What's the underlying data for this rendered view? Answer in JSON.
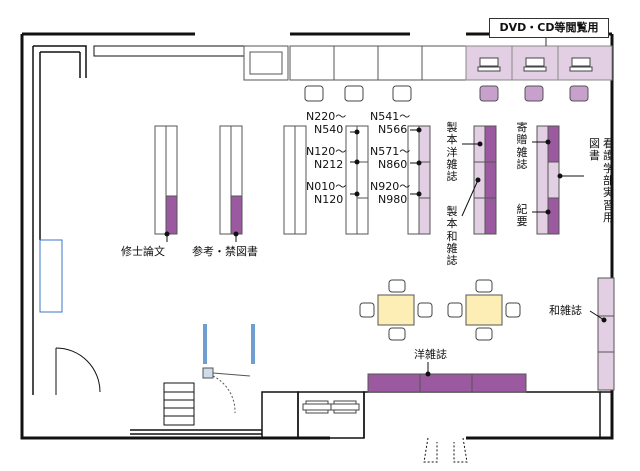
{
  "colors": {
    "wall": "#111111",
    "shelf": "#ffffff",
    "shelf_light": "#e2cfe3",
    "shelf_dark": "#9b5aa0",
    "av_area": "#e2cfe3",
    "table": "#fdeeb5",
    "window": "#cfe4f5",
    "pillar_blue": "#6f9ed0"
  },
  "icons": {
    "entrance": "automatic-door-icon",
    "gate": "security-gate-icon",
    "stairs": "staircase-icon"
  },
  "labels": {
    "av_corner": "DVD・CD等閲覧用",
    "thesis": "修士論文",
    "reference": "参考・禁図書",
    "bound_foreign": "製本洋雑誌",
    "bound_japanese": "製本和雑誌",
    "donated": "寄贈雑誌",
    "kiyo": "紀要",
    "nursing": "看護学部実習用図書",
    "japanese_magazines": "和雑誌",
    "foreign_magazines": "洋雑誌",
    "call_numbers": [
      "N220～",
      "N540",
      "N120～",
      "N212",
      "N010～",
      "N120",
      "N541～",
      "N566",
      "N571～",
      "N860",
      "N920～",
      "N980"
    ]
  }
}
